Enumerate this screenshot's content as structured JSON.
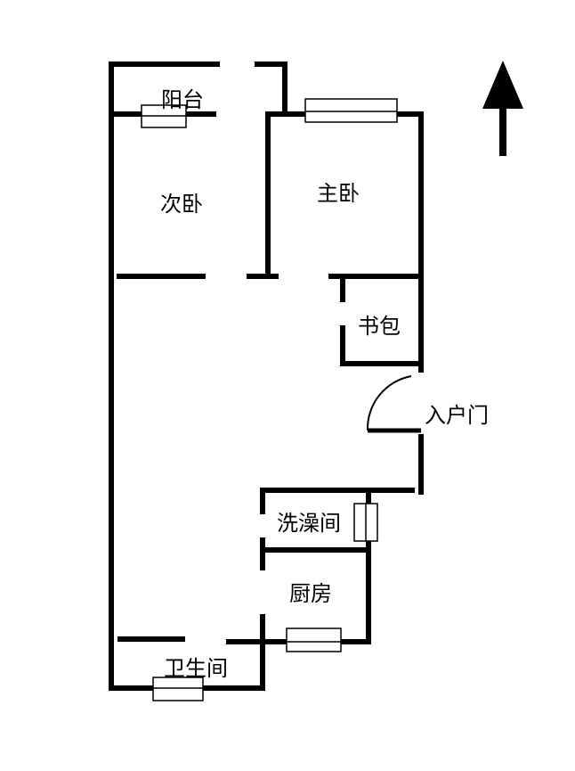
{
  "rooms": {
    "balcony": "阳台",
    "second_bedroom": "次卧",
    "master_bedroom": "主卧",
    "study": "书包",
    "entrance_door": "入户门",
    "shower_room": "洗澡间",
    "kitchen": "厨房",
    "bathroom": "卫生间"
  },
  "compass": {
    "direction": "north",
    "icon": "north-arrow-icon"
  },
  "colors": {
    "wall": "#000000",
    "background": "#ffffff"
  }
}
